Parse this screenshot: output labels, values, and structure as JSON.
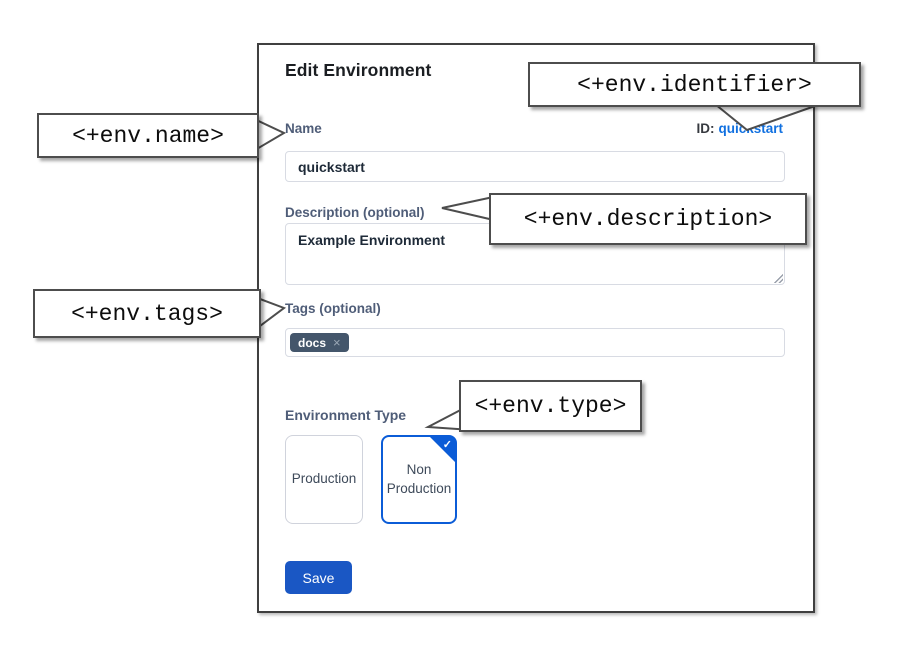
{
  "dialog": {
    "title": "Edit Environment",
    "fields": {
      "name": {
        "label": "Name",
        "value": "quickstart"
      },
      "id": {
        "label": "ID:",
        "value": "quickstart"
      },
      "description": {
        "label": "Description (optional)",
        "value": "Example Environment"
      },
      "tags": {
        "label": "Tags (optional)",
        "chips": [
          {
            "label": "docs",
            "remove_icon": "×"
          }
        ]
      }
    },
    "environment_type": {
      "label": "Environment Type",
      "options": [
        {
          "label": "Production"
        },
        {
          "label": "Non Production"
        }
      ],
      "selected": "Non Production",
      "check_icon": "✓"
    },
    "buttons": {
      "save": "Save"
    }
  },
  "callouts": {
    "identifier": "<+env.identifier>",
    "name": "<+env.name>",
    "description": "<+env.description>",
    "tags": "<+env.tags>",
    "type": "<+env.type>"
  },
  "colors": {
    "selected_border_blue": "#0b5cd7",
    "save_button_blue": "#1a57c4",
    "link_blue": "#1070e0",
    "label_slate": "#4f5d78",
    "tag_chip_slate": "#44566b",
    "callout_border": "#4d4d4d"
  }
}
